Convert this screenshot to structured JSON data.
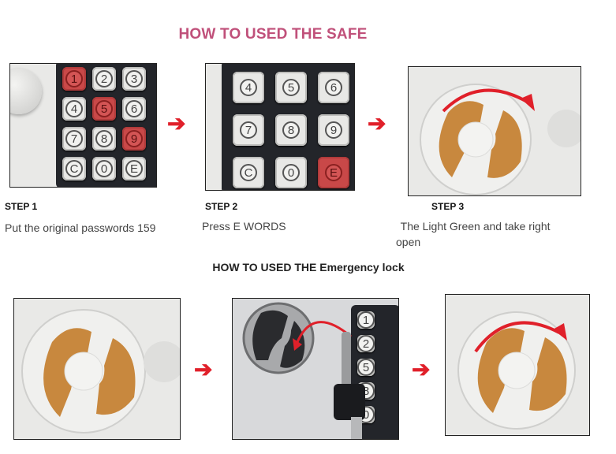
{
  "title": "HOW TO USED THE SAFE",
  "subtitle": "HOW TO USED THE Emergency lock",
  "steps": [
    {
      "label": "STEP 1",
      "desc": "Put the original passwords 159"
    },
    {
      "label": "STEP 2",
      "desc": "Press E WORDS"
    },
    {
      "label": "STEP 3",
      "desc_line1": " The Light Green and take right",
      "desc_line2": "open"
    }
  ],
  "keypad1": {
    "keys": [
      "1",
      "2",
      "3",
      "4",
      "5",
      "6",
      "7",
      "8",
      "9",
      "C",
      "0",
      "E"
    ],
    "highlighted": [
      "1",
      "5",
      "9"
    ]
  },
  "keypad2": {
    "keys": [
      "4",
      "5",
      "6",
      "7",
      "8",
      "9",
      "C",
      "0",
      "E"
    ],
    "highlighted": [
      "E"
    ]
  },
  "keypad3": {
    "keys": [
      "1",
      "2",
      "5",
      "8",
      "0"
    ]
  },
  "arrow_glyph": "➔",
  "colors": {
    "title": "#c0507a",
    "accent_red": "#e0202a",
    "key_red": "#c94848"
  }
}
